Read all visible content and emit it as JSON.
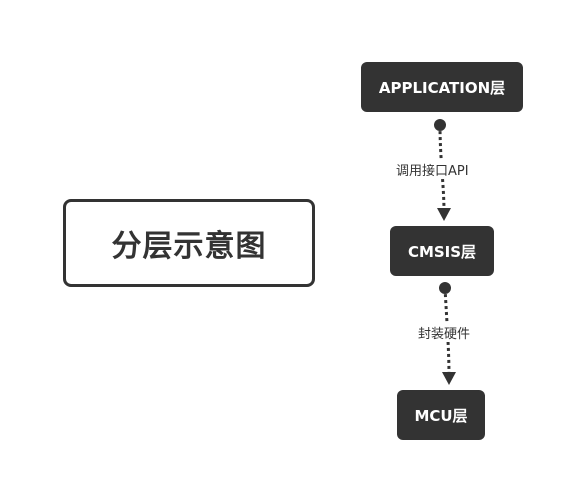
{
  "title": "分层示意图",
  "nodes": {
    "application": "APPLICATION层",
    "cmsis": "CMSIS层",
    "mcu": "MCU层"
  },
  "edges": {
    "app_to_cmsis": "调用接口API",
    "cmsis_to_mcu": "封装硬件"
  },
  "colors": {
    "node_fill": "#333333",
    "node_text": "#ffffff",
    "line": "#333333"
  }
}
